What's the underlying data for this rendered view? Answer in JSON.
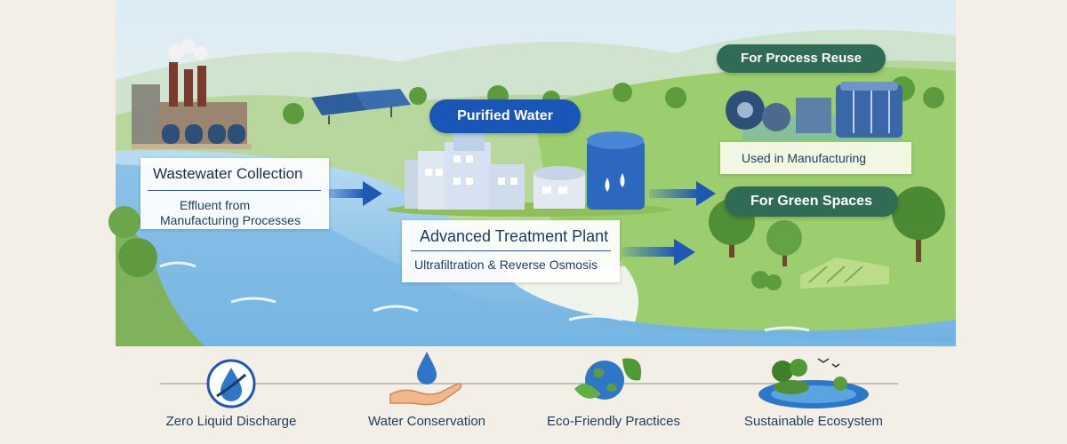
{
  "flow": {
    "collection": {
      "title": "Wastewater Collection",
      "subtitle_line1": "Effluent from",
      "subtitle_line2": "Manufacturing Processes"
    },
    "purified_label": "Purified Water",
    "treatment": {
      "title": "Advanced Treatment Plant",
      "subtitle": "Ultrafiltration & Reverse Osmosis"
    },
    "process_reuse": {
      "title": "For Process Reuse",
      "caption": "Used in Manufacturing"
    },
    "green_spaces": {
      "title": "For Green Spaces"
    }
  },
  "features": [
    {
      "label": "Zero Liquid Discharge",
      "icon": "water-drop-emblem-icon"
    },
    {
      "label": "Water Conservation",
      "icon": "hand-with-drop-icon"
    },
    {
      "label": "Eco-Friendly Practices",
      "icon": "globe-with-leaves-icon"
    },
    {
      "label": "Sustainable Ecosystem",
      "icon": "island-pond-icon"
    }
  ],
  "colors": {
    "navy_text": "#1d3c5e",
    "pill_green": "#2f6b55",
    "pill_blue": "#1956b8",
    "arrow_blue": "#1f57b4",
    "river": "#8fc6ea",
    "grass": "#8cbf5d"
  }
}
